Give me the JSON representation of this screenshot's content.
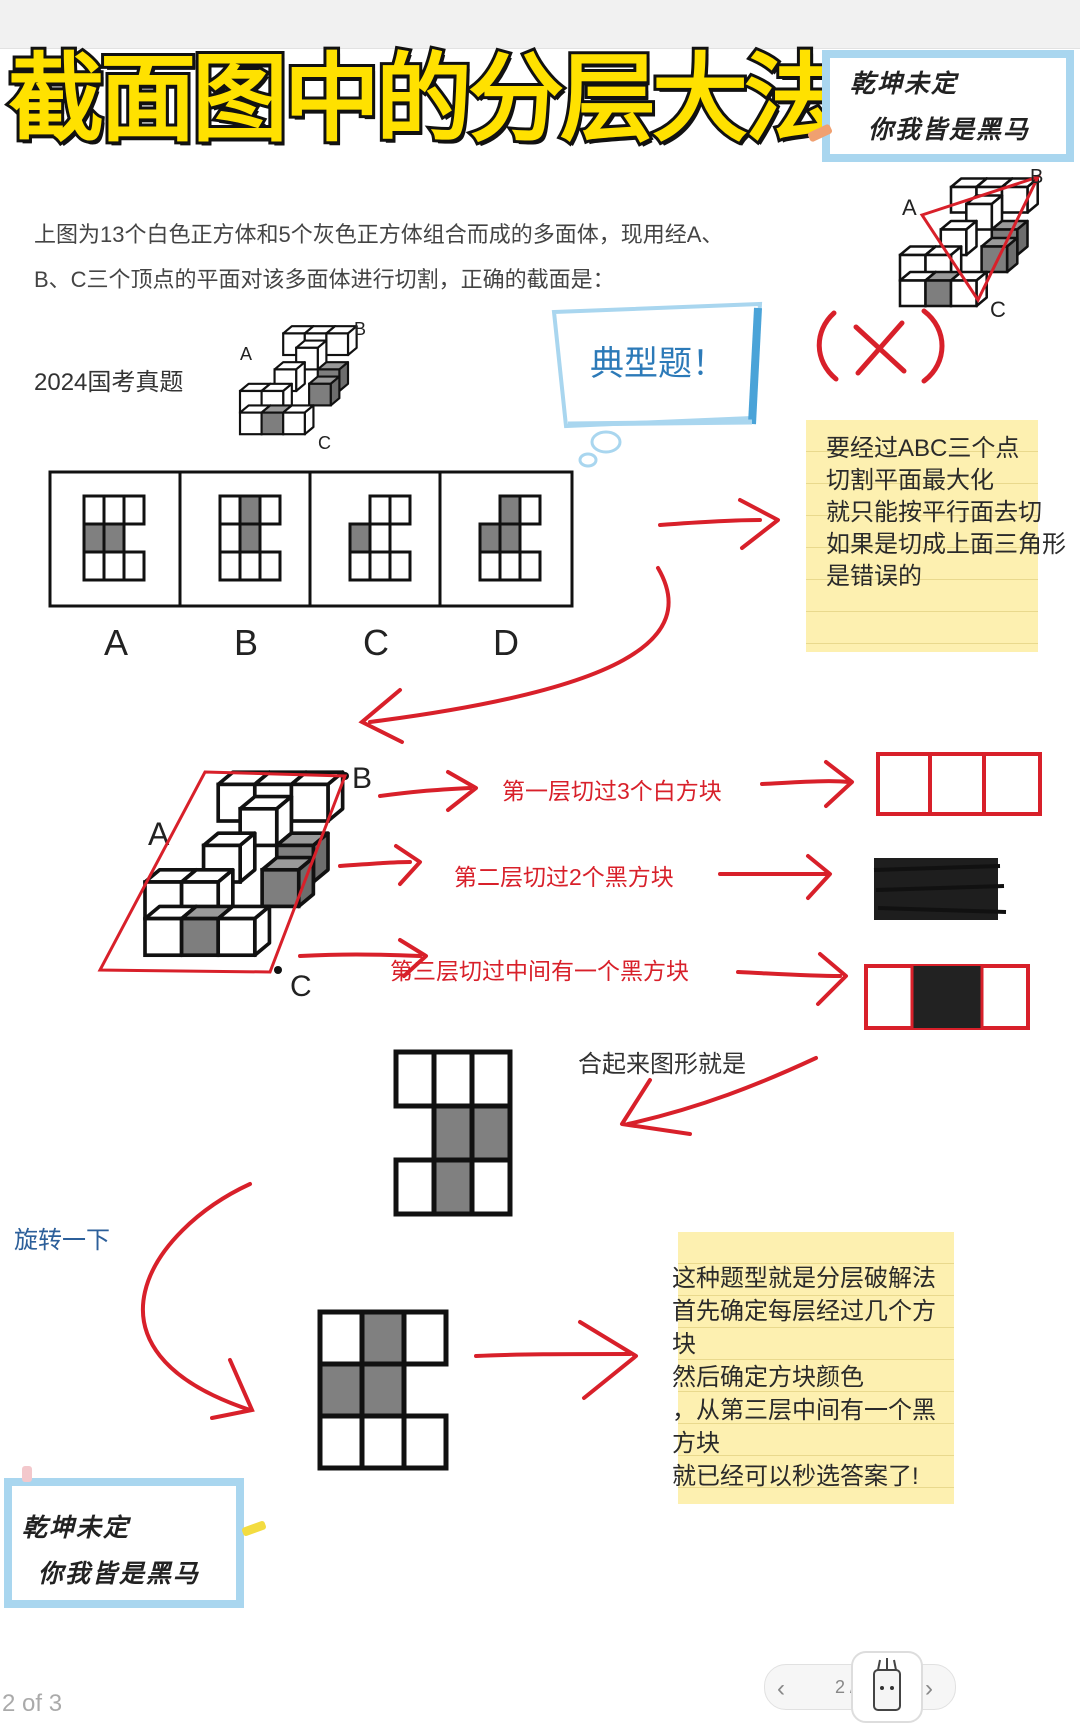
{
  "header": {
    "title": "截面图中的分层大法"
  },
  "motto": {
    "line1": "乾坤未定",
    "line2": "你我皆是黑马"
  },
  "question": {
    "line1": "上图为13个白色正方体和5个灰色正方体组合而成的多面体，现用经A、",
    "line2": "B、C三个顶点的平面对该多面体进行切割，正确的截面是：",
    "source": "2024国考真题",
    "vertex_labels": {
      "a": "A",
      "b": "B",
      "c": "C"
    },
    "options": [
      "A",
      "B",
      "C",
      "D"
    ]
  },
  "bubble": {
    "text": "典型题！"
  },
  "note1": {
    "lines": [
      "要经过ABC三个点",
      "切割平面最大化",
      "就只能按平行面去切",
      "如果是切成上面三角形",
      "是错误的"
    ]
  },
  "layers": {
    "layer1": "第一层切过3个白方块",
    "layer2": "第二层切过2个黑方块",
    "layer3": "第三层切过中间有一个黑方块"
  },
  "labels": {
    "combine": "合起来图形就是",
    "rotate": "旋转一下"
  },
  "note2": {
    "lines": [
      "这种题型就是分层破解法",
      "首先确定每层经过几个方",
      "块",
      "然后确定方块颜色",
      "，从第三层中间有一个黑",
      "方块",
      "就已经可以秒选答案了!"
    ]
  },
  "pager": {
    "indicator": "2 / 3",
    "prev": "‹",
    "next": "›"
  },
  "footer": {
    "page_label": "2 of 3"
  },
  "colors": {
    "accent_red": "#d8202a",
    "title_yellow": "#ffe100",
    "note_yellow": "#fdf0b0",
    "frame_blue": "#a9d6ef",
    "cube_gray": "#808080"
  }
}
